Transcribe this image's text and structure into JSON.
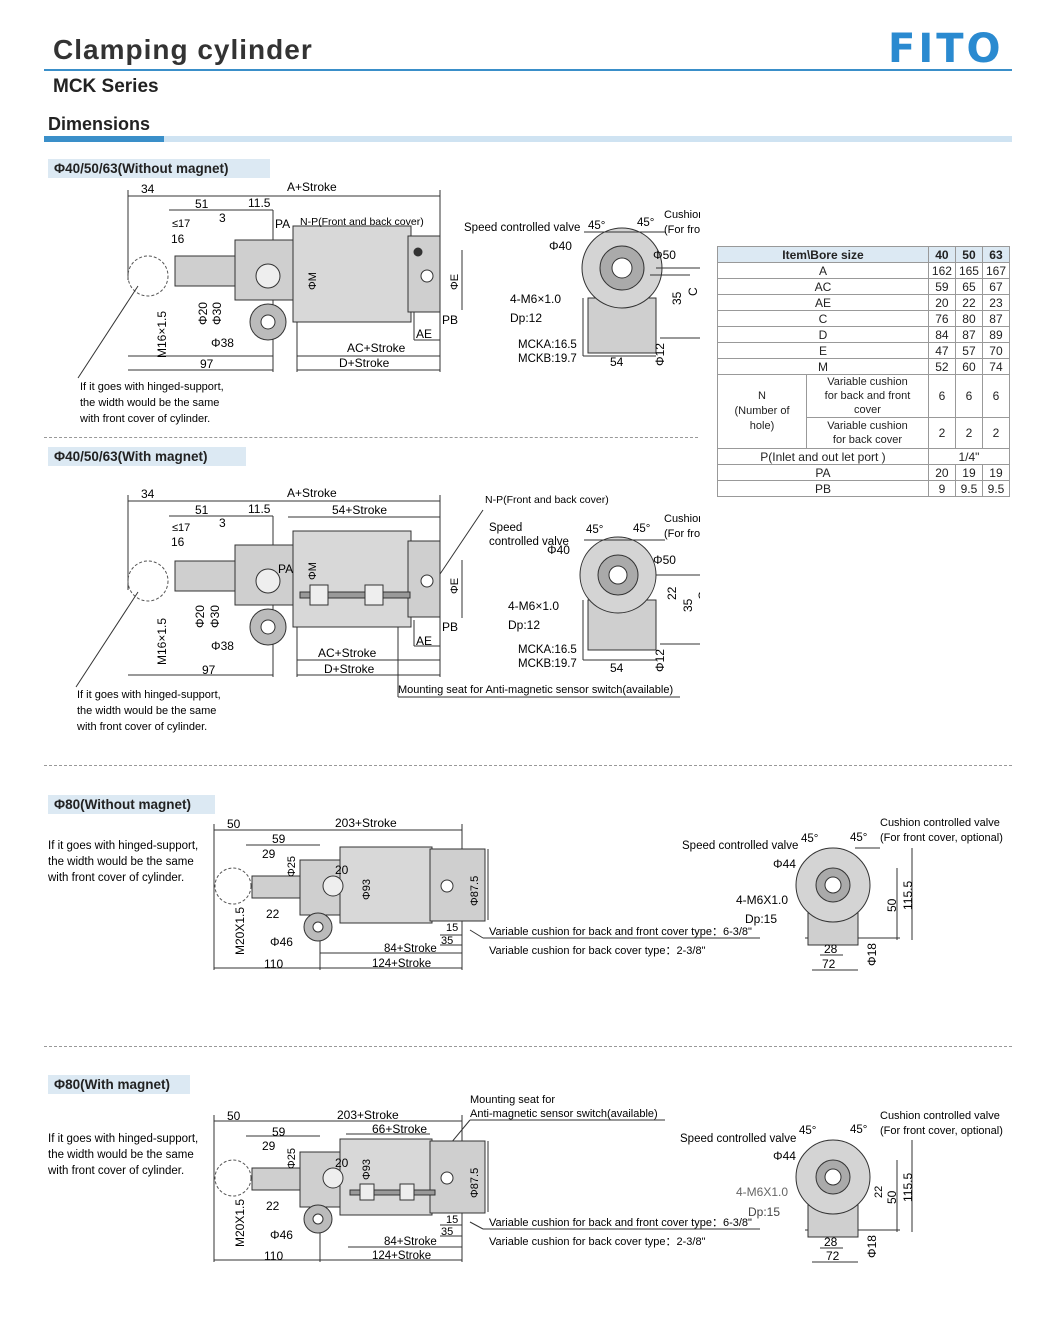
{
  "header": {
    "title": "Clamping cylinder",
    "subtitle": "MCK Series",
    "logo": "FITO",
    "section": "Dimensions"
  },
  "colors": {
    "accent": "#3a8fc9",
    "tag_bg": "#dce9f3"
  },
  "sections": {
    "s1": "Φ40/50/63(Without magnet)",
    "s2": "Φ40/50/63(With magnet)",
    "s3": "Φ80(Without magnet)",
    "s4": "Φ80(With magnet)"
  },
  "d1": {
    "a_stroke": "A+Stroke",
    "d34": "34",
    "d51": "51",
    "d11": "11.5",
    "d17": "≤17",
    "d3": "3",
    "pa": "PA",
    "np": "N-P(Front and back cover)",
    "d16": "16",
    "m16": "M16×1.5",
    "d20": "Φ20",
    "d30": "Φ30",
    "d38": "Φ38",
    "d97": "97",
    "ac": "AC+Stroke",
    "dd": "D+Stroke",
    "ae": "AE",
    "pb": "PB",
    "phim": "ΦM",
    "phie": "ΦE",
    "note": [
      "If it goes with hinged-support,",
      "the width would be the same",
      "with front cover of cylinder."
    ],
    "speed": "Speed controlled valve",
    "a45a": "45°",
    "a45b": "45°",
    "cush1": "Cushion controlled valve",
    "cush2": "(For front cover, optional)",
    "phi40": "Φ40",
    "phi50": "Φ50",
    "m6": "4-M6×1.0",
    "dp": "Dp:12",
    "d35": "35",
    "c": "C",
    "mcka": "MCKA:16.5",
    "mckb": "MCKB:19.7",
    "d54": "54",
    "phi12": "Φ12"
  },
  "d2": {
    "d54s": "54+Stroke",
    "mount": "Mounting seat for Anti-magnetic sensor switch(available)",
    "speed1": "Speed",
    "speed2": "controlled valve",
    "d22": "22"
  },
  "d3": {
    "d50": "50",
    "d203": "203+Stroke",
    "d59": "59",
    "d29": "29",
    "d25": "Φ25",
    "d20": "20",
    "phi93": "Φ93",
    "phi875": "Φ87.5",
    "d22": "22",
    "m20": "M20X1.5",
    "phi46": "Φ46",
    "d84": "84+Stroke",
    "d124": "124+Stroke",
    "d110": "110",
    "d15": "15",
    "d35": "35",
    "vc1": "Variable cushion for back and front cover type：6-3/8\"",
    "vc2": "Variable cushion for back cover type：2-3/8\"",
    "note": [
      "If it goes with hinged-support,",
      "the width would be the same",
      "with front cover of cylinder."
    ],
    "speed": "Speed controlled valve",
    "cush1": "Cushion controlled valve",
    "cush2": "(For front cover, optional)",
    "phi44": "Φ44",
    "m6": "4-M6X1.0",
    "dp": "Dp:15",
    "d50v": "50",
    "d1155": "115.5",
    "d28": "28",
    "d72": "72",
    "phi18": "Φ18",
    "a45a": "45°",
    "a45b": "45°"
  },
  "d4": {
    "d66": "66+Stroke",
    "mount1": "Mounting seat for",
    "mount2": "Anti-magnetic sensor switch(available)",
    "d22v": "22"
  },
  "table": {
    "head": [
      "Item\\Bore size",
      "40",
      "50",
      "63"
    ],
    "rows": [
      [
        "A",
        "162",
        "165",
        "167"
      ],
      [
        "AC",
        "59",
        "65",
        "67"
      ],
      [
        "AE",
        "20",
        "22",
        "23"
      ],
      [
        "C",
        "76",
        "80",
        "87"
      ],
      [
        "D",
        "84",
        "87",
        "89"
      ],
      [
        "E",
        "47",
        "57",
        "70"
      ],
      [
        "M",
        "52",
        "60",
        "74"
      ]
    ],
    "n_label1": "N",
    "n_label2": "(Number of hole)",
    "n_rows": [
      [
        "Variable cushion",
        "for back and front cover",
        "6",
        "6",
        "6"
      ],
      [
        "Variable cushion",
        "for back cover",
        "2",
        "2",
        "2"
      ]
    ],
    "p_label": "P(Inlet and out let port )",
    "p_value": "1/4\"",
    "pa": [
      "PA",
      "20",
      "19",
      "19"
    ],
    "pb": [
      "PB",
      "9",
      "9.5",
      "9.5"
    ]
  }
}
